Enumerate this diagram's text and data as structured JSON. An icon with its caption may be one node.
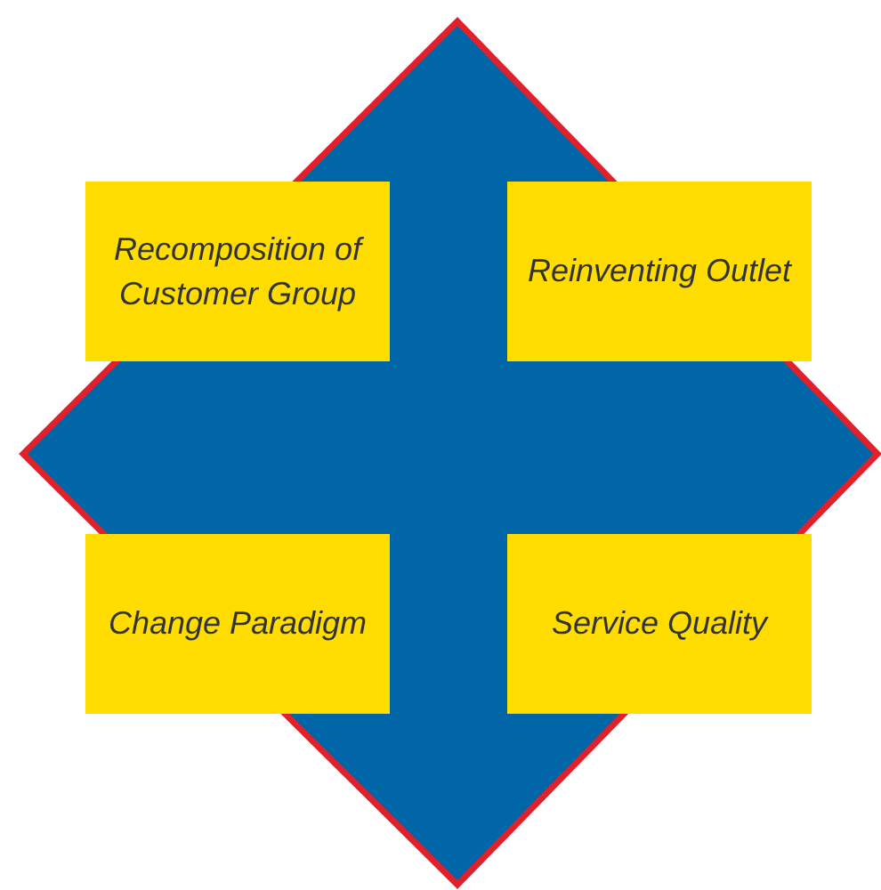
{
  "diagram": {
    "nodes": [
      {
        "text": [
          "Recomposition of Customer Group"
        ]
      },
      {
        "text": [
          "Reinventing Outlet"
        ]
      },
      {
        "text": [
          "Change Paradigm"
        ]
      },
      {
        "text": [
          "Service Quality"
        ]
      }
    ]
  }
}
